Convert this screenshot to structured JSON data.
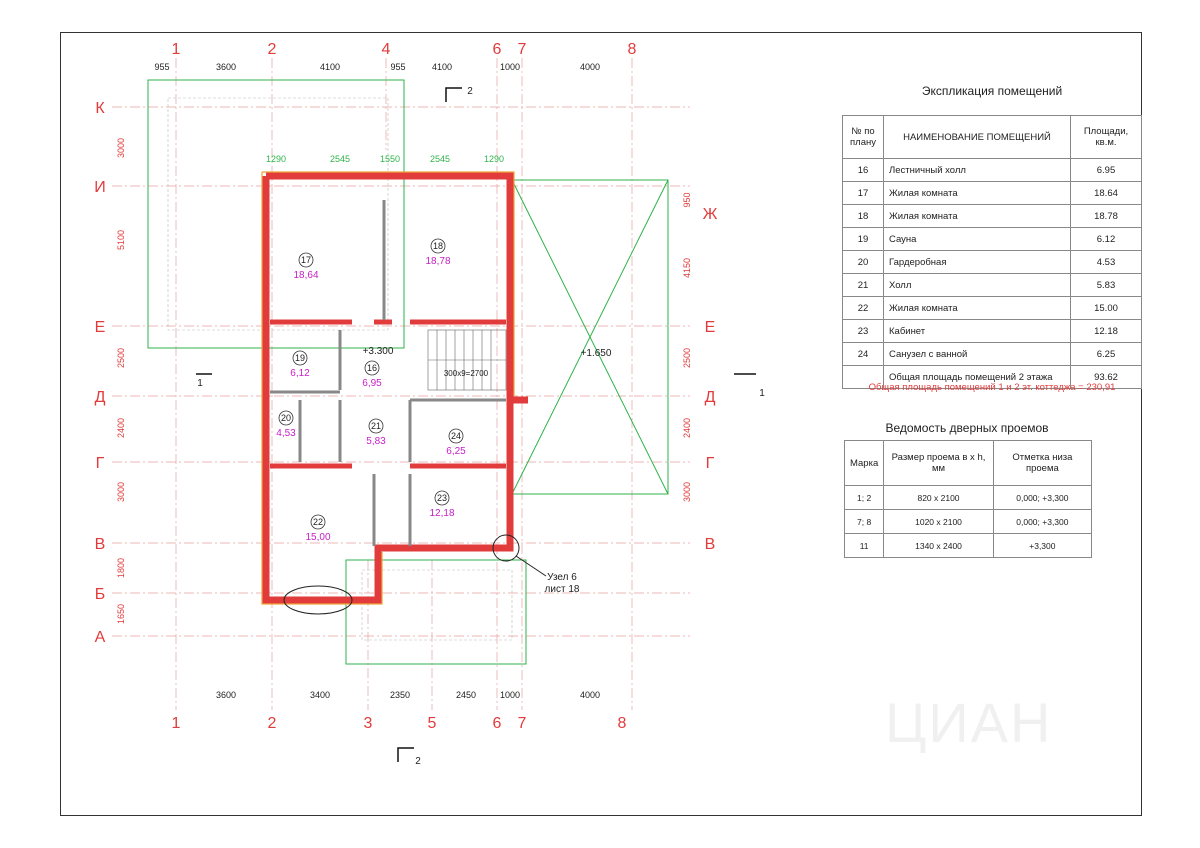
{
  "axes_top": [
    "1",
    "2",
    "4",
    "6",
    "7",
    "8"
  ],
  "axes_bottom": [
    "1",
    "2",
    "3",
    "5",
    "6",
    "7",
    "8"
  ],
  "axes_left": [
    "К",
    "И",
    "Е",
    "Д",
    "Г",
    "В",
    "Б",
    "А"
  ],
  "axes_right": [
    "Ж",
    "Е",
    "Д",
    "Г",
    "В"
  ],
  "dims_top_1": [
    "955",
    "3600",
    "4100",
    "955",
    "4100",
    "1000",
    "4000"
  ],
  "dims_top_2": [
    "1290",
    "2545",
    "1550",
    "2545",
    "1290"
  ],
  "dims_bottom": [
    "3600",
    "3400",
    "2350",
    "2450",
    "1000",
    "4000"
  ],
  "dims_left": [
    "3000",
    "5100",
    "2500",
    "2400",
    "3000",
    "1800",
    "1650"
  ],
  "dims_right": [
    "950",
    "4150",
    "2500",
    "2400",
    "3000"
  ],
  "rooms": [
    {
      "num": "17",
      "area": "18,64"
    },
    {
      "num": "18",
      "area": "18,78"
    },
    {
      "num": "19",
      "area": "6,12"
    },
    {
      "num": "16",
      "area": "6,95"
    },
    {
      "num": "20",
      "area": "4,53"
    },
    {
      "num": "21",
      "area": "5,83"
    },
    {
      "num": "24",
      "area": "6,25"
    },
    {
      "num": "22",
      "area": "15,00"
    },
    {
      "num": "23",
      "area": "12,18"
    }
  ],
  "level_main": "+3.300",
  "level_stair": "+1.650",
  "stair_label": "300х9=2700",
  "node_label": "Узел 6",
  "node_sheet": "лист 18",
  "section_mark": "2",
  "section_mark_side": "1",
  "explication": {
    "title": "Экспликация помещений",
    "headers": [
      "№ по плану",
      "НАИМЕНОВАНИЕ ПОМЕЩЕНИЙ",
      "Площади, кв.м."
    ],
    "rows": [
      {
        "num": "16",
        "name": "Лестничный холл",
        "area": "6.95"
      },
      {
        "num": "17",
        "name": "Жилая комната",
        "area": "18.64"
      },
      {
        "num": "18",
        "name": "Жилая комната",
        "area": "18.78"
      },
      {
        "num": "19",
        "name": "Сауна",
        "area": "6.12"
      },
      {
        "num": "20",
        "name": "Гардеробная",
        "area": "4.53"
      },
      {
        "num": "21",
        "name": "Холл",
        "area": "5.83"
      },
      {
        "num": "22",
        "name": "Жилая комната",
        "area": "15.00"
      },
      {
        "num": "23",
        "name": "Кабинет",
        "area": "12.18"
      },
      {
        "num": "24",
        "name": "Санузел с ванной",
        "area": "6.25"
      }
    ],
    "total_label": "Общая площадь помещений 2 этажа",
    "total_value": "93.62"
  },
  "note": "Общая площадь помещений 1 и 2 эт. коттеджа = 230,91",
  "doors": {
    "title": "Ведомость дверных проемов",
    "headers": [
      "Марка",
      "Размер проема в х h,  мм",
      "Отметка низа проема"
    ],
    "rows": [
      {
        "mark": "1; 2",
        "size": "820 х 2100",
        "level": "0,000; +3,300"
      },
      {
        "mark": "7; 8",
        "size": "1020 х 2100",
        "level": "0,000; +3,300"
      },
      {
        "mark": "11",
        "size": "1340 х 2400",
        "level": "+3,300"
      }
    ]
  },
  "watermark": "ЦИАН",
  "colors": {
    "axis": "#e23b3b",
    "wall": "#e23b3b",
    "dim_green": "#2fb34a",
    "room_area": "#c81fc8",
    "roof": "#2fb34a"
  }
}
